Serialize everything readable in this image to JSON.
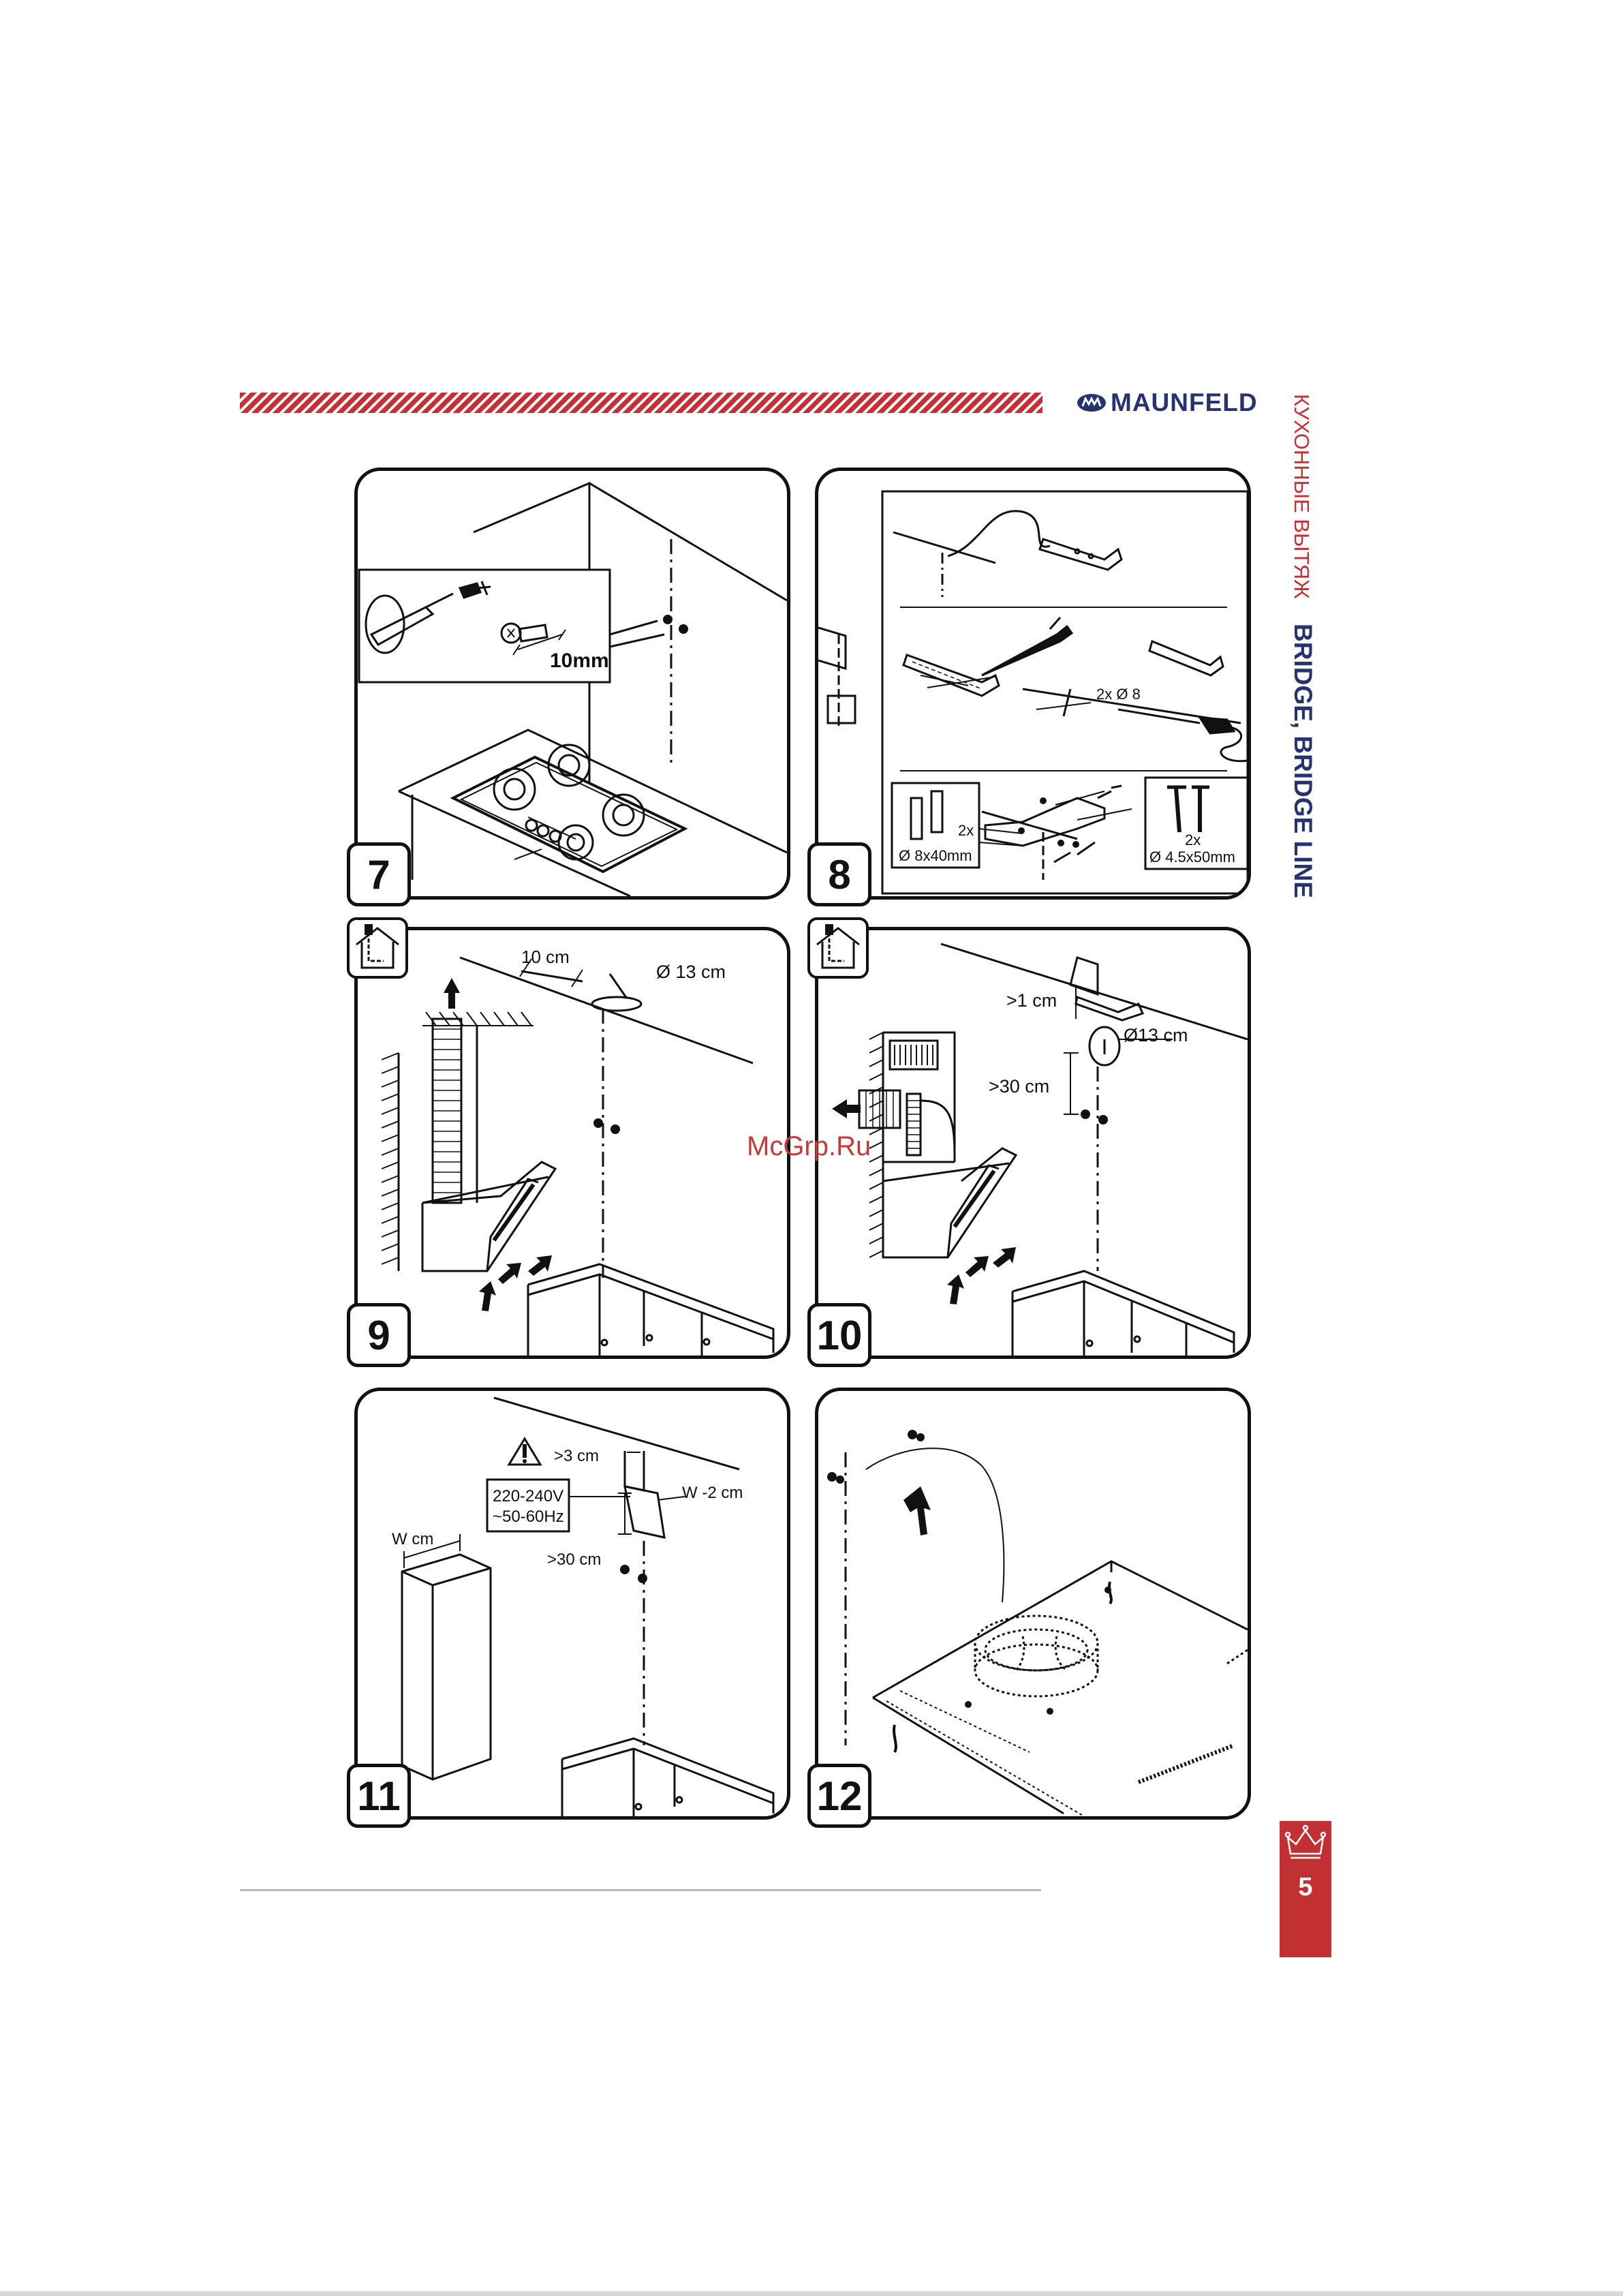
{
  "header": {
    "brand": "MAUNFELD",
    "side_category": "КУХОННЫЕ ВЫТЯЖКИ",
    "side_models": "BRIDGE, BRIDGE LINE"
  },
  "watermark": "McGrp.Ru",
  "footer": {
    "page_number": "5"
  },
  "colors": {
    "accent_red": "#c62f36",
    "brand_navy": "#27336e",
    "line": "#111111"
  },
  "icons": [
    "screwdriver-icon",
    "screw-icon",
    "drill-icon",
    "house-icon",
    "warning-icon",
    "crown-icon",
    "arrow-icon"
  ],
  "steps": [
    {
      "number": "7",
      "labels": {
        "screw_length": "10mm"
      }
    },
    {
      "number": "8",
      "labels": {
        "drill": "2x Ø 8",
        "plug_count": "2x",
        "plug_size": "Ø 8x40mm",
        "screw_count": "2x",
        "screw_size": "Ø 4.5x50mm"
      }
    },
    {
      "number": "9",
      "labels": {
        "offset": "10 cm",
        "diameter": "Ø 13 cm"
      }
    },
    {
      "number": "10",
      "labels": {
        "top_gap": ">1 cm",
        "diameter": "Ø13 cm",
        "height": ">30 cm"
      }
    },
    {
      "number": "11",
      "labels": {
        "top_gap": ">3 cm",
        "voltage": "220-240V",
        "frequency": "~50-60Hz",
        "width_minus": "W -2 cm",
        "height": ">30 cm",
        "width": "W cm"
      }
    },
    {
      "number": "12",
      "labels": {}
    }
  ]
}
